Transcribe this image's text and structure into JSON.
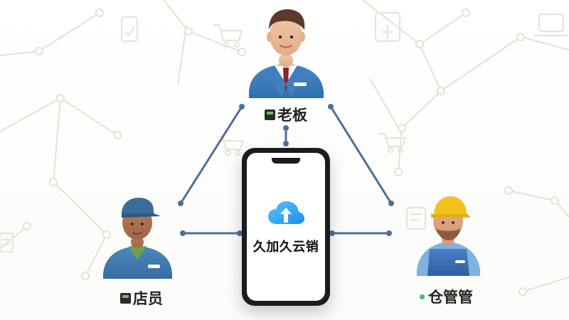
{
  "app": {
    "name": "久加久云销"
  },
  "roles": {
    "boss": {
      "label": "老板"
    },
    "clerk": {
      "label": "店员"
    },
    "keeper": {
      "label": "仓管管"
    }
  },
  "colors": {
    "connector": "#4f6f94",
    "network": "#e4e0d2",
    "cloud": "#3aa7ea"
  },
  "icons": {
    "background": [
      "cart-icon",
      "phone-icon",
      "laptop-icon",
      "calendar-icon",
      "tablet-icon",
      "cart-icon",
      "document-icon"
    ],
    "phone_logo": "cloud-upload-icon"
  }
}
